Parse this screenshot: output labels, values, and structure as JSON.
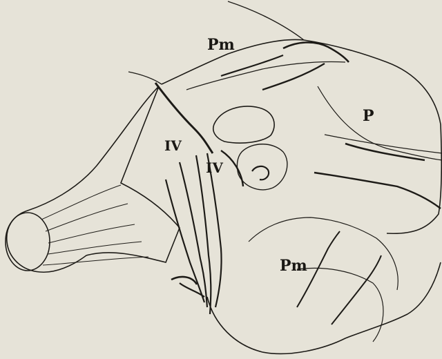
{
  "figure": {
    "labels": {
      "pm_top": "Pm",
      "p_right": "P",
      "iv_left": "IV",
      "iv_center": "IV",
      "pm_bottom": "Pm"
    }
  }
}
